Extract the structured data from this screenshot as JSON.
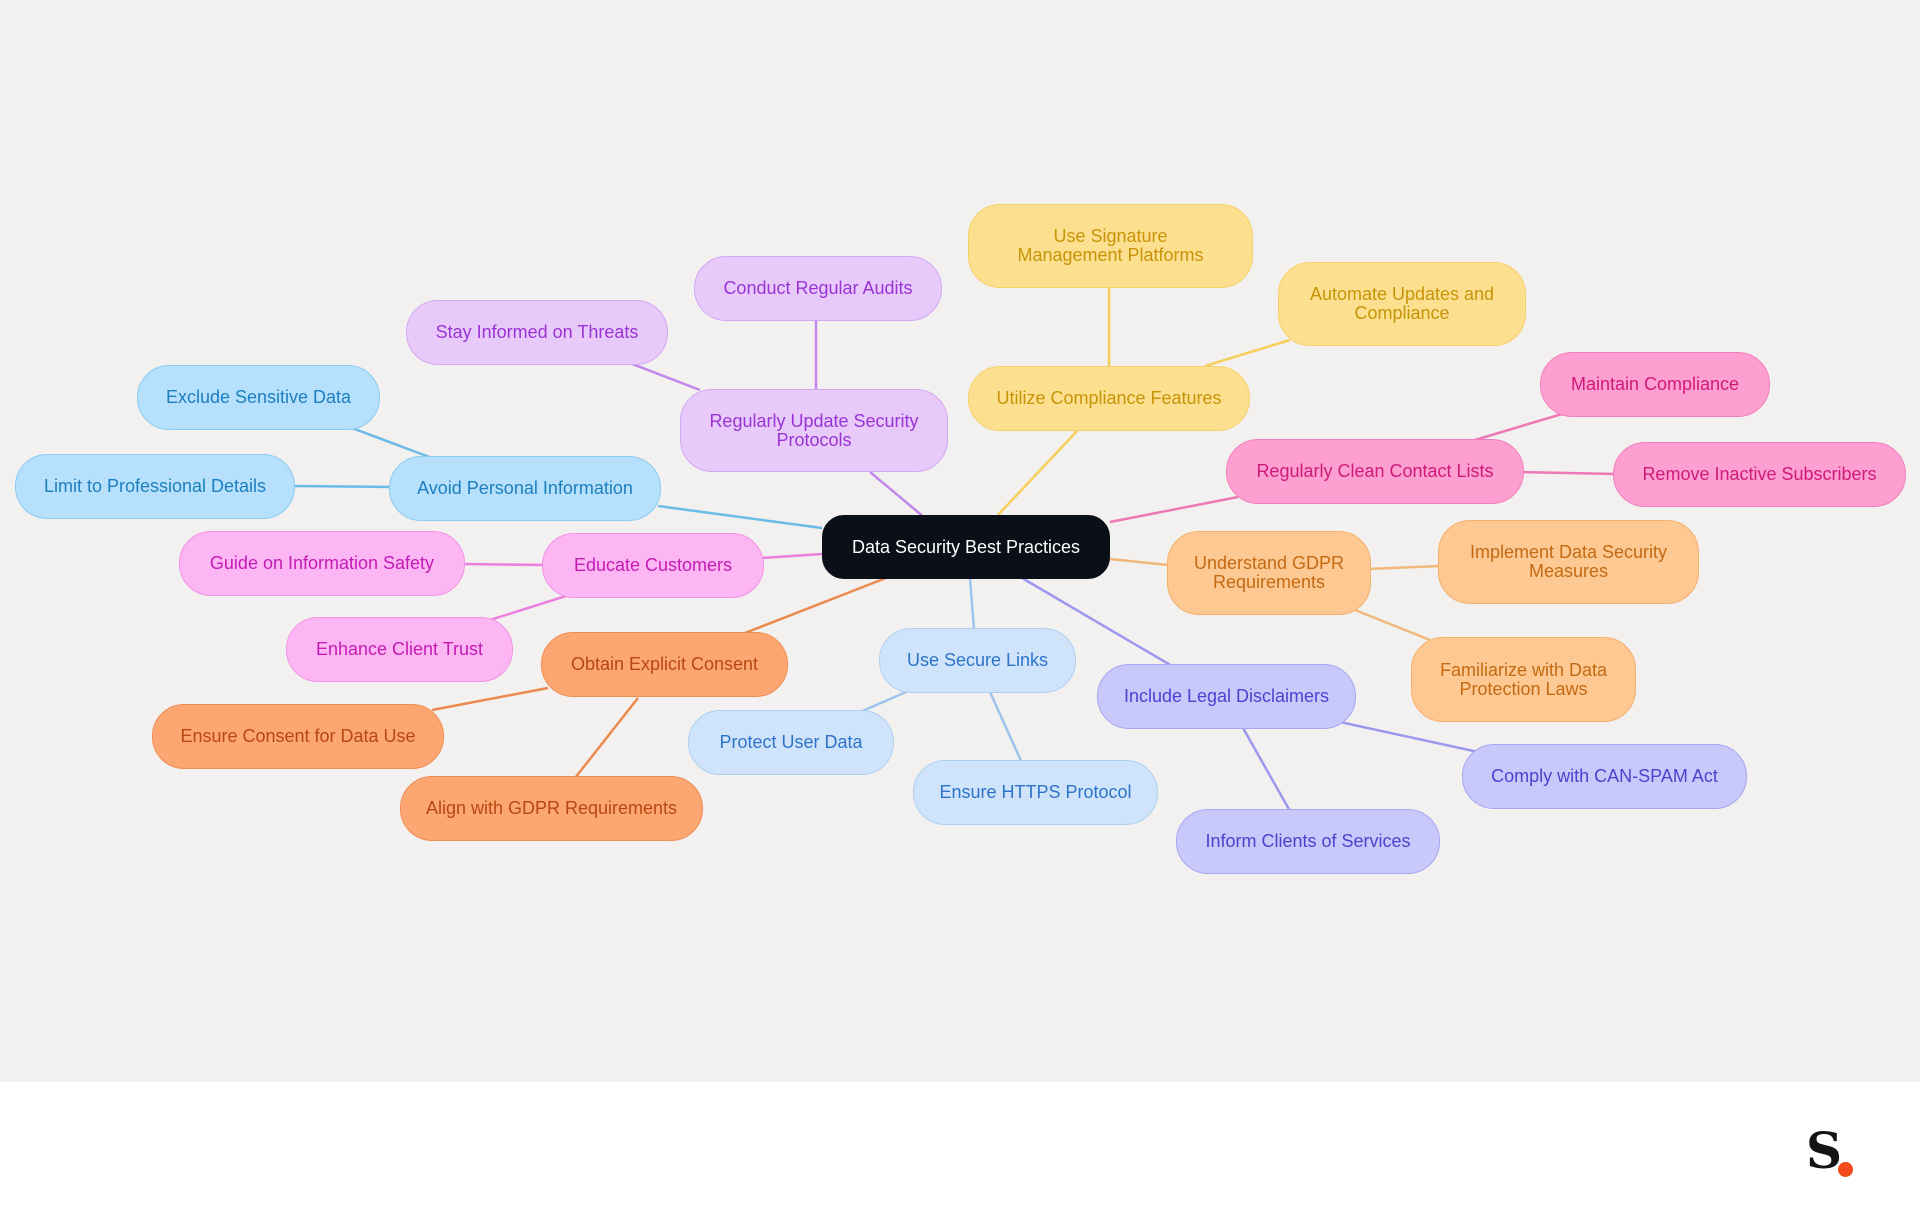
{
  "mindmap": {
    "root": {
      "label": "Data Security Best Practices"
    },
    "branches": [
      {
        "id": "update",
        "color": "#c187ec",
        "label": "Regularly Update Security Protocols",
        "children": [
          "Conduct Regular Audits",
          "Stay Informed on Threats"
        ]
      },
      {
        "id": "compliance",
        "color": "#f5cf5a",
        "label": "Utilize Compliance Features",
        "children": [
          "Use Signature Management Platforms",
          "Automate Updates and Compliance"
        ]
      },
      {
        "id": "personal",
        "color": "#6bbbe8",
        "label": "Avoid Personal Information",
        "children": [
          "Exclude Sensitive Data",
          "Limit to Professional Details"
        ]
      },
      {
        "id": "educate",
        "color": "#eb80e0",
        "label": "Educate Customers",
        "children": [
          "Guide on Information Safety",
          "Enhance Client Trust"
        ]
      },
      {
        "id": "consent",
        "color": "#ea8a4f",
        "label": "Obtain Explicit Consent",
        "children": [
          "Ensure Consent for Data Use",
          "Align with GDPR Requirements"
        ]
      },
      {
        "id": "links",
        "color": "#9cc4ee",
        "label": "Use Secure Links",
        "children": [
          "Protect User Data",
          "Ensure HTTPS Protocol"
        ]
      },
      {
        "id": "legal",
        "color": "#9b98ee",
        "label": "Include Legal Disclaimers",
        "children": [
          "Comply with CAN-SPAM Act",
          "Inform Clients of Services"
        ]
      },
      {
        "id": "gdpr",
        "color": "#f1b879",
        "label": "Understand GDPR Requirements",
        "children": [
          "Implement Data Security Measures",
          "Familiarize with Data Protection Laws"
        ]
      },
      {
        "id": "clean",
        "color": "#ec79b6",
        "label": "Regularly Clean Contact Lists",
        "children": [
          "Maintain Compliance",
          "Remove Inactive Subscribers"
        ]
      }
    ]
  },
  "logo": {
    "text": "S",
    "dot_color": "#f24a1a"
  }
}
